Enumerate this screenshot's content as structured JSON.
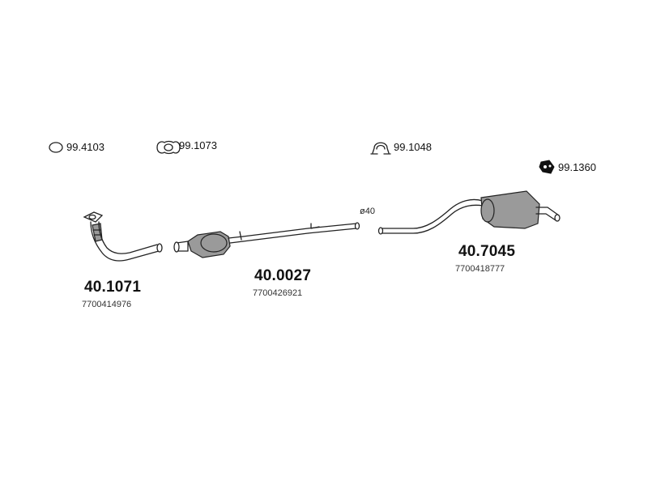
{
  "accessories": [
    {
      "code": "99.4103",
      "icon": "o-ring-gasket-icon"
    },
    {
      "code": "99.1073",
      "icon": "flange-gasket-icon"
    },
    {
      "code": "99.1048",
      "icon": "pipe-clamp-icon"
    },
    {
      "code": "99.1360",
      "icon": "rubber-hanger-icon"
    }
  ],
  "parts": [
    {
      "number": "40.1071",
      "oem": "7700414976",
      "icon": "front-pipe-icon"
    },
    {
      "number": "40.0027",
      "oem": "7700426921",
      "icon": "catalytic-converter-pipe-icon"
    },
    {
      "number": "40.7045",
      "oem": "7700418777",
      "icon": "rear-silencer-icon"
    }
  ],
  "dimension_label": "ø40"
}
